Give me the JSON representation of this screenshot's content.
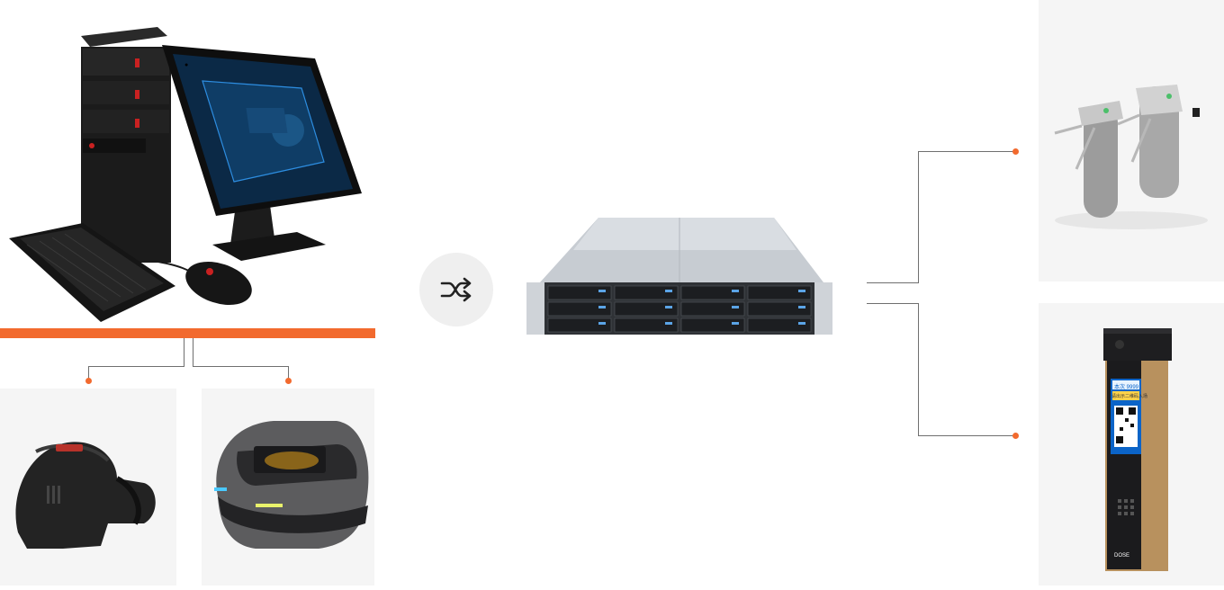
{
  "accent_color": "#f26a2e",
  "nodes": {
    "computer": {
      "icon": "desktop-computer-icon"
    },
    "scanner": {
      "icon": "barcode-scanner-icon"
    },
    "reader": {
      "icon": "document-reader-icon"
    },
    "switch": {
      "icon": "shuffle-icon"
    },
    "server": {
      "icon": "rack-server-icon"
    },
    "turnstile": {
      "icon": "turnstile-gate-icon"
    },
    "kiosk": {
      "icon": "qr-kiosk-icon",
      "screen_top": "本次 9999",
      "screen_banner": "请出示二维码入场",
      "brand": "DOSE"
    }
  }
}
